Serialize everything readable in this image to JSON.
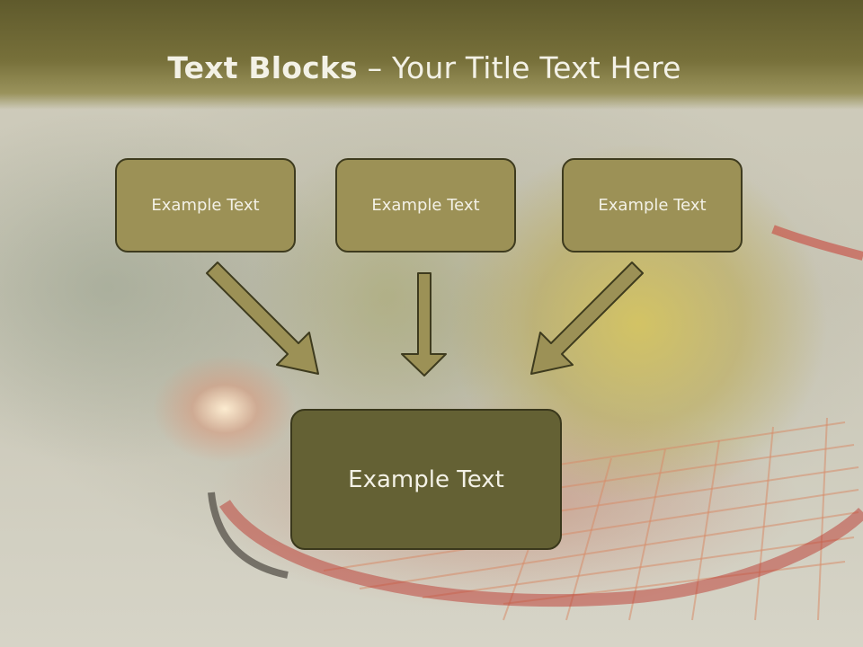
{
  "slide": {
    "title_bold": "Text Blocks",
    "title_dash": " – ",
    "title_rest": "Your Title Text Here",
    "boxes": [
      {
        "label": "Example Text"
      },
      {
        "label": "Example Text"
      },
      {
        "label": "Example Text"
      }
    ],
    "main_box": {
      "label": "Example Text"
    }
  },
  "colors": {
    "header": "#6b6533",
    "box_fill": "#9c9156",
    "main_box_fill": "#646134",
    "arrow_fill": "#9c9156",
    "outline": "#3e3b1e",
    "text": "#f3f1e6"
  }
}
